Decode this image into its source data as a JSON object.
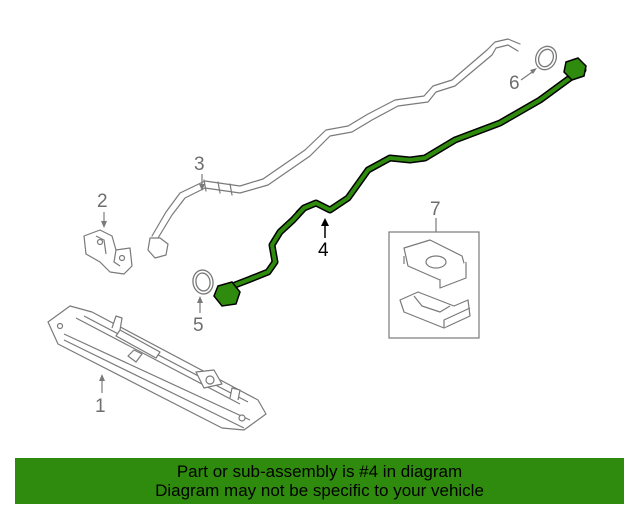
{
  "diagram": {
    "labels": {
      "part1": "1",
      "part2": "2",
      "part3": "3",
      "part4": "4",
      "part5": "5",
      "part6": "6",
      "part7": "7"
    },
    "highlight_part": "4",
    "colors": {
      "highlight": "#2e8b0e",
      "line_art": "#7a7a7a",
      "banner_bg": "#2e8b0e"
    }
  },
  "banner": {
    "line1": "Part or sub-assembly is #4 in diagram",
    "line2": "Diagram may not be specific to your vehicle"
  }
}
